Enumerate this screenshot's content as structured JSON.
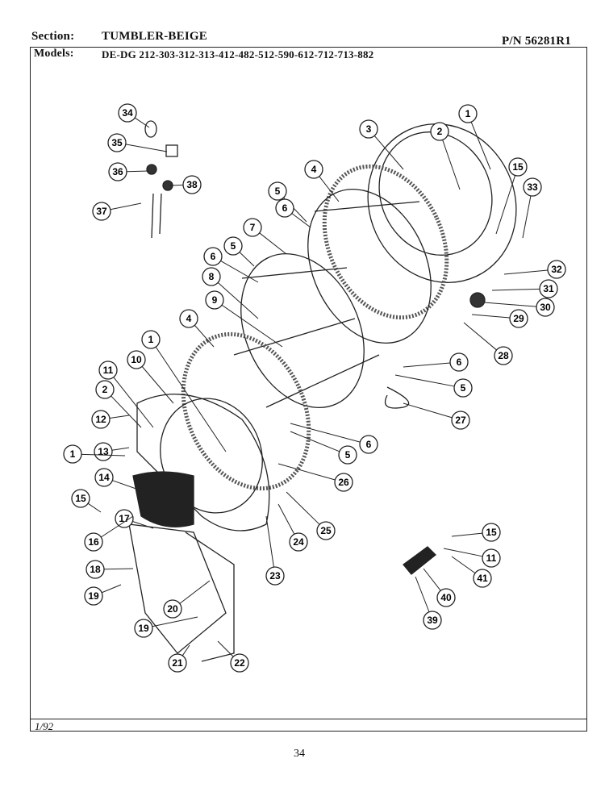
{
  "header": {
    "section_label": "Section:",
    "section_value": "TUMBLER-BEIGE",
    "part_number": "P/N 56281R1",
    "models_label": "Models:",
    "models_value": "DE-DG 212-303-312-313-412-482-512-590-612-712-713-882"
  },
  "footer": {
    "date": "1/92",
    "page_number": "34"
  },
  "callouts": [
    "34",
    "35",
    "36",
    "38",
    "37",
    "3",
    "2",
    "1",
    "15",
    "33",
    "4",
    "5",
    "6",
    "7",
    "5",
    "6",
    "8",
    "9",
    "32",
    "31",
    "30",
    "29",
    "28",
    "6",
    "5",
    "27",
    "4",
    "1",
    "10",
    "11",
    "2",
    "12",
    "6",
    "5",
    "26",
    "13",
    "1",
    "14",
    "15",
    "25",
    "24",
    "17",
    "16",
    "23",
    "18",
    "19",
    "20",
    "19",
    "21",
    "22",
    "15",
    "11",
    "41",
    "40",
    "39"
  ]
}
